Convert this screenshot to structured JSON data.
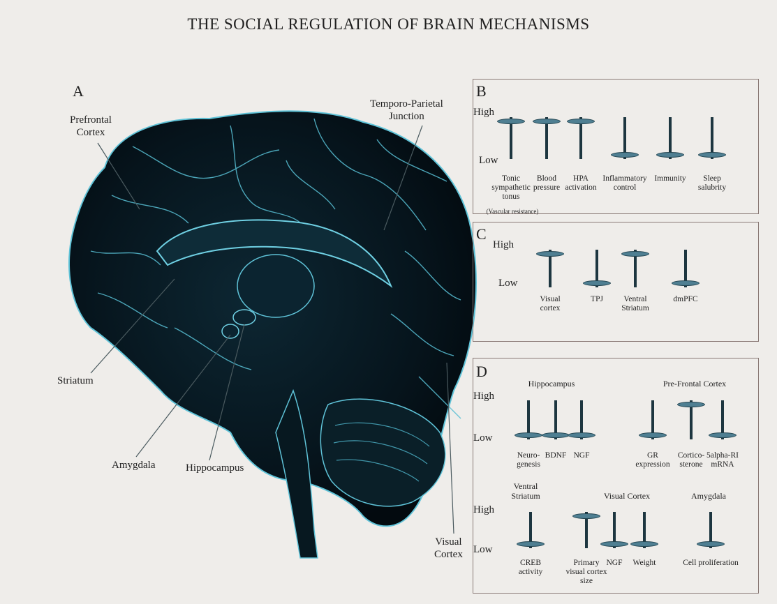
{
  "title": "THE SOCIAL REGULATION OF BRAIN MECHANISMS",
  "panel_a": {
    "letter": "A",
    "labels": {
      "prefrontal": "Prefrontal\nCortex",
      "tpj": "Temporo-Parietal\nJunction",
      "striatum": "Striatum",
      "amygdala": "Amygdala",
      "hippocampus": "Hippocampus",
      "visual": "Visual\nCortex"
    }
  },
  "axis": {
    "high": "High",
    "low": "Low"
  },
  "panel_b": {
    "letter": "B",
    "items": [
      {
        "label": "Tonic\nsympathetic\ntonus",
        "note": "(Vascular resistance)",
        "level": "high"
      },
      {
        "label": "Blood\npressure",
        "level": "high"
      },
      {
        "label": "HPA\nactivation",
        "level": "high"
      },
      {
        "label": "Inflammatory\ncontrol",
        "level": "low"
      },
      {
        "label": "Immunity",
        "level": "low"
      },
      {
        "label": "Sleep\nsalubrity",
        "level": "low"
      }
    ]
  },
  "panel_c": {
    "letter": "C",
    "items": [
      {
        "label": "Visual\ncortex",
        "level": "high"
      },
      {
        "label": "TPJ",
        "level": "low"
      },
      {
        "label": "Ventral\nStriatum",
        "level": "high"
      },
      {
        "label": "dmPFC",
        "level": "low"
      }
    ]
  },
  "panel_d": {
    "letter": "D",
    "groups": {
      "hippocampus": "Hippocampus",
      "prefrontal": "Pre-Frontal Cortex",
      "ventral_striatum": "Ventral\nStriatum",
      "visual_cortex": "Visual Cortex",
      "amygdala": "Amygdala"
    },
    "top_items": [
      {
        "label": "Neuro-\ngenesis",
        "level": "low"
      },
      {
        "label": "BDNF",
        "level": "low"
      },
      {
        "label": "NGF",
        "level": "low"
      },
      {
        "label": "GR\nexpression",
        "level": "low"
      },
      {
        "label": "Cortico-\nsterone",
        "level": "high"
      },
      {
        "label": "5alpha-RI\nmRNA",
        "level": "low"
      }
    ],
    "bottom_items": [
      {
        "label": "CREB\nactivity",
        "level": "low"
      },
      {
        "label": "Primary\nvisual cortex\nsize",
        "level": "high"
      },
      {
        "label": "NGF",
        "level": "low"
      },
      {
        "label": "Weight",
        "level": "low"
      },
      {
        "label": "Cell proliferation",
        "level": "low"
      }
    ]
  }
}
